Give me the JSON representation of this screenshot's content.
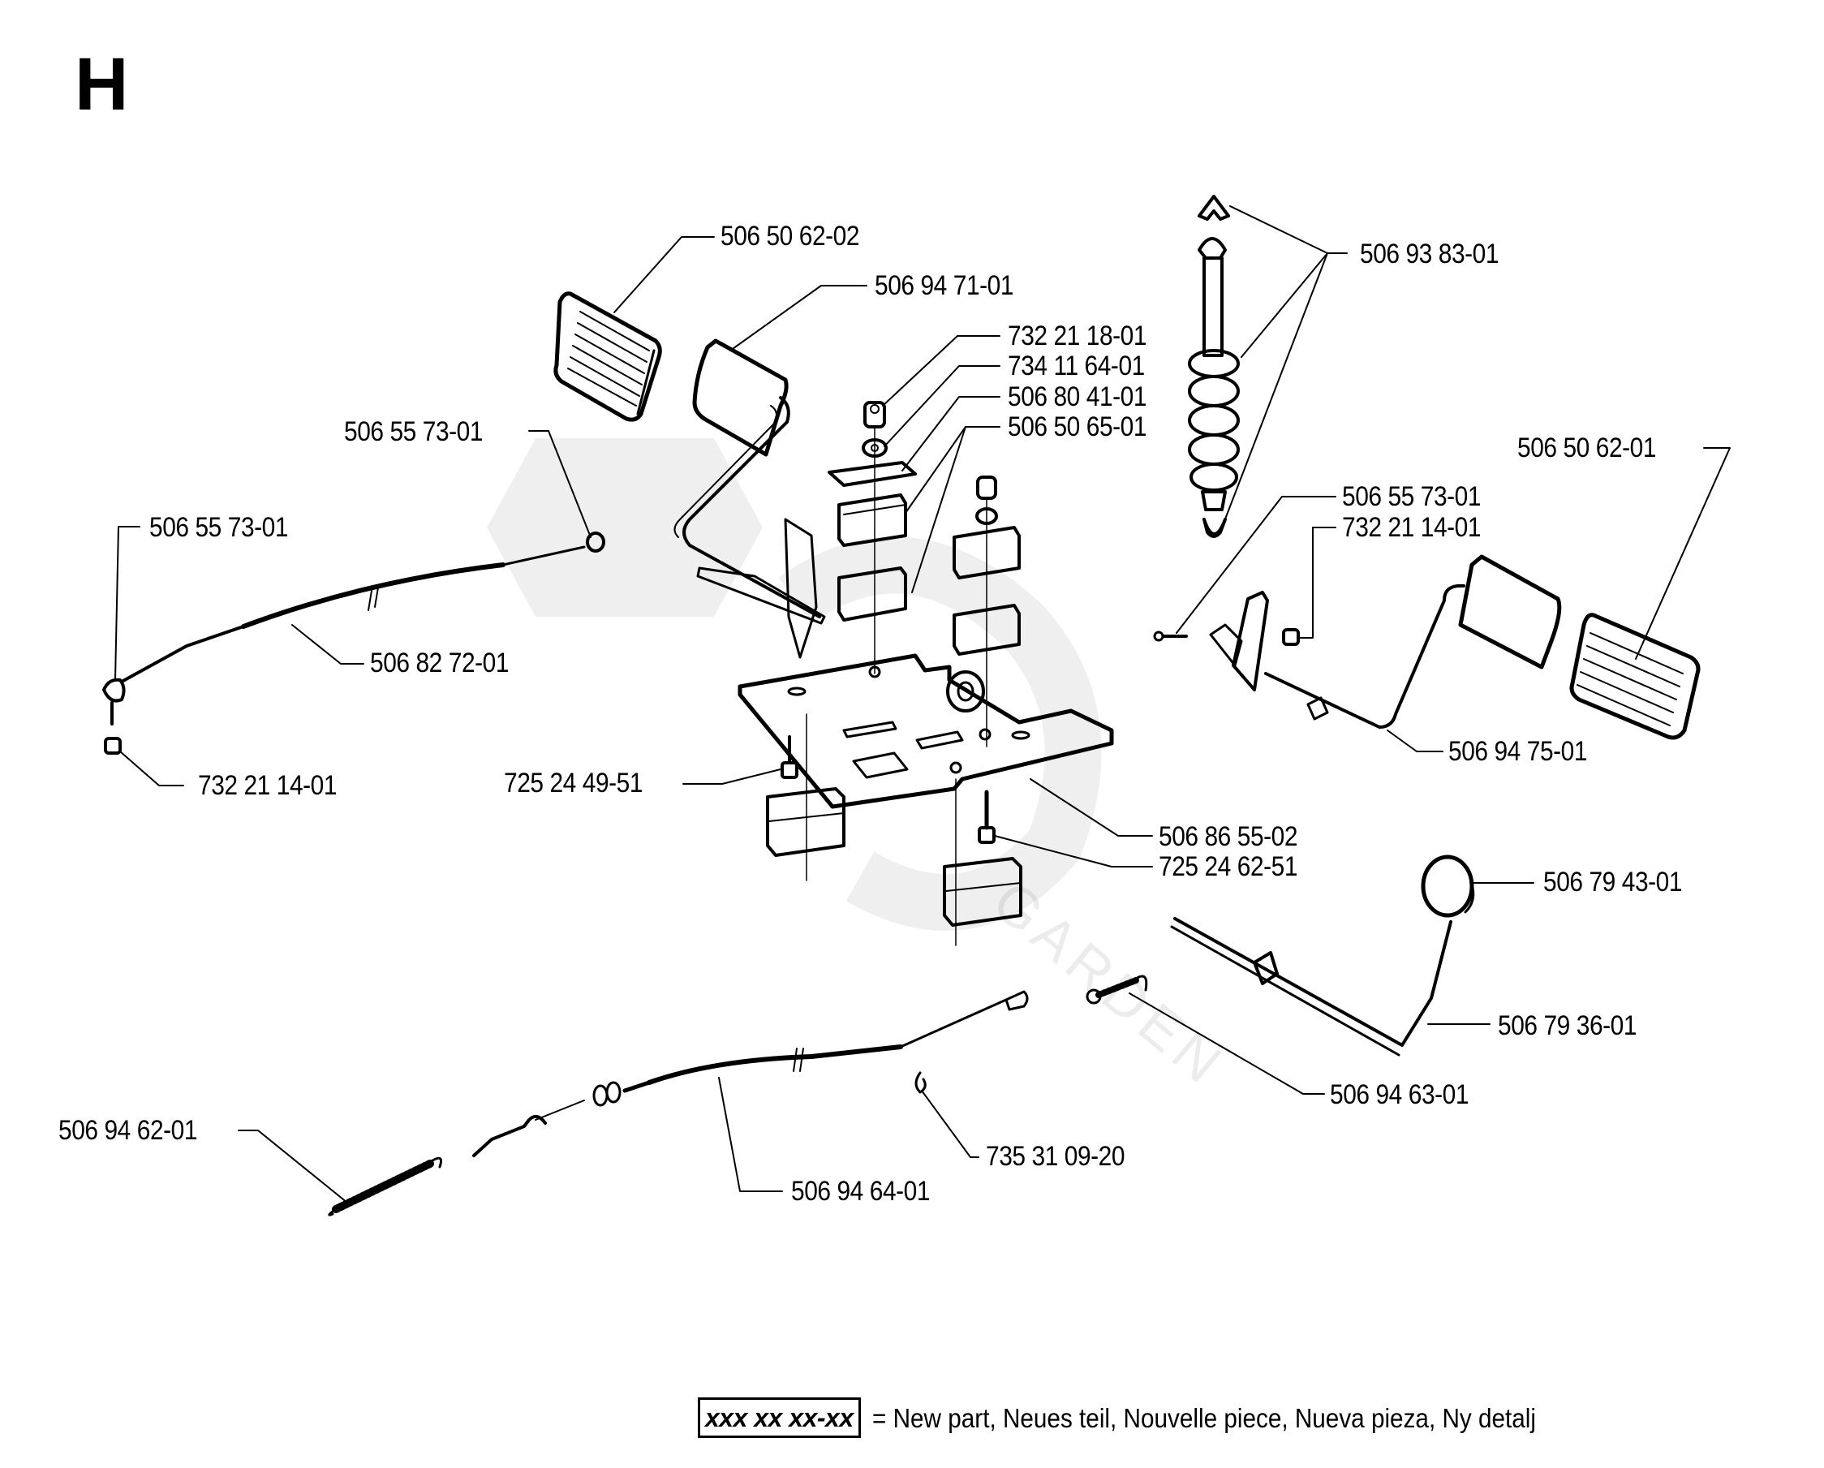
{
  "section": {
    "letter": "H"
  },
  "watermark": {
    "text": "GARDEN"
  },
  "parts": {
    "pedal_pad_left": "506 50 62-02",
    "pedal_left": "506 94 71-01",
    "nut_top": "732 21 18-01",
    "washer_top": "734 11 64-01",
    "plate_small": "506 80 41-01",
    "rubber_block": "506 50 65-01",
    "shock_absorber": "506 93 83-01",
    "pedal_pad_right": "506 50 62-01",
    "screw_right": "506 55 73-01",
    "nut_right": "732 21 14-01",
    "ball_joint_top": "506 55 73-01",
    "ball_joint_left": "506 55 73-01",
    "cable_upper": "506 82 72-01",
    "nut_left": "732 21 14-01",
    "bolt_left": "725 24 49-51",
    "pedal_right": "506 94 75-01",
    "base_plate": "506 86 55-02",
    "bolt_long": "725 24 62-51",
    "knob": "506 79 43-01",
    "lever_rod": "506 79 36-01",
    "spring_short": "506 94 63-01",
    "clip": "735 31 09-20",
    "spring_long": "506 94 62-01",
    "cable_lower": "506 94 64-01"
  },
  "legend": {
    "sample_number": "xxx xx xx-xx",
    "text": "= New part, Neues teil, Nouvelle piece, Nueva pieza, Ny detalj"
  }
}
